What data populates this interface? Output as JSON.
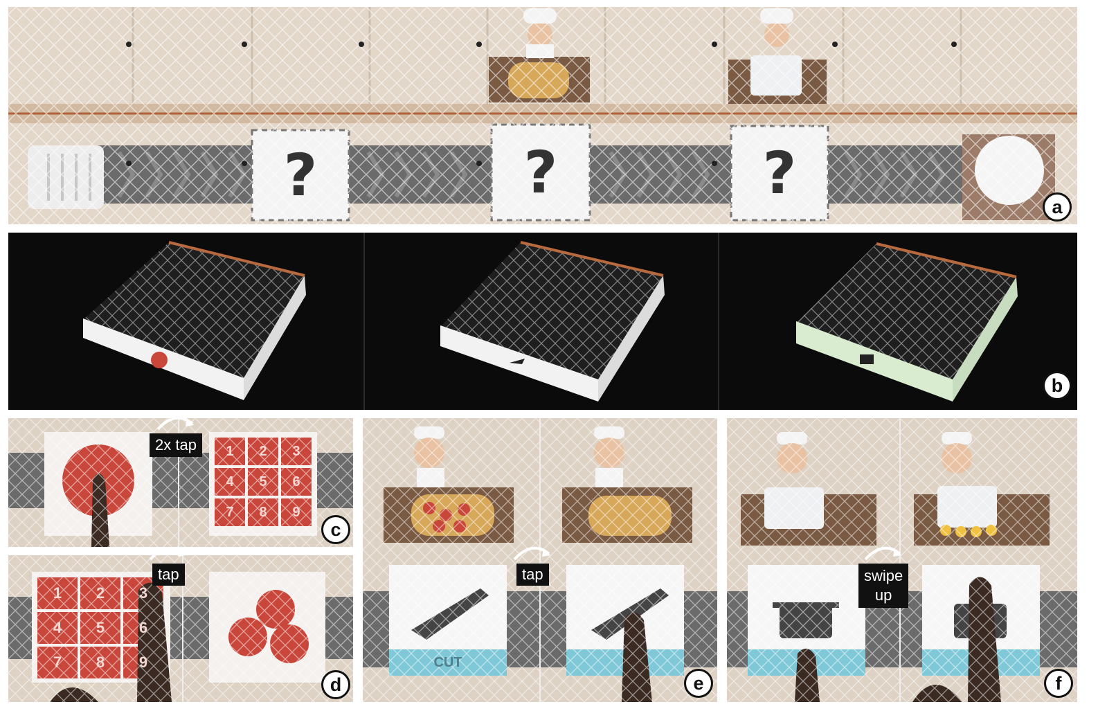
{
  "panel_labels": {
    "a": "a",
    "b": "b",
    "c": "c",
    "d": "d",
    "e": "e",
    "f": "f"
  },
  "gestures": {
    "c": "2x tap",
    "d": "tap",
    "e": "tap",
    "f_line1": "swipe",
    "f_line2": "up"
  },
  "tiles": {
    "mystery_glyph": "?",
    "numbers": [
      "1",
      "2",
      "3",
      "4",
      "5",
      "6",
      "7",
      "8",
      "9"
    ],
    "cut_label": "CUT"
  },
  "colors": {
    "tile_frame": "#d8cabb",
    "conveyor": "#6b6b6b",
    "counter": "#7a5a43",
    "tomato": "#c9463b",
    "cut_bar": "#7fc8d8",
    "black_bg": "#0b0b0b"
  }
}
